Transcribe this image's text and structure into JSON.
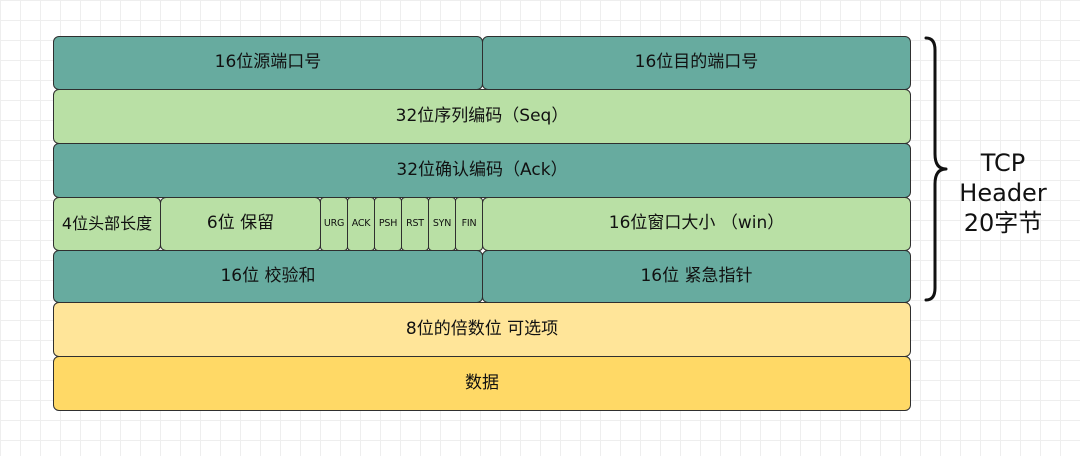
{
  "header_fields": {
    "src_port": "16位源端口号",
    "dst_port": "16位目的端口号",
    "seq": "32位序列编码（Seq）",
    "ack": "32位确认编码（Ack）",
    "header_len": "4位头部长度",
    "reserved": "6位 保留",
    "flags": [
      "URG",
      "ACK",
      "PSH",
      "RST",
      "SYN",
      "FIN"
    ],
    "window": "16位窗口大小 （win）",
    "checksum": "16位 校验和",
    "urgent": "16位 紧急指针",
    "options": "8位的倍数位 可选项",
    "data": "数据"
  },
  "side_label": {
    "line1": "TCP",
    "line2": "Header",
    "line3": "20字节"
  },
  "colors": {
    "teal": "#67ab9f",
    "light_green": "#b9e0a5",
    "light_yellow": "#ffe599",
    "orange": "#ffd966"
  }
}
